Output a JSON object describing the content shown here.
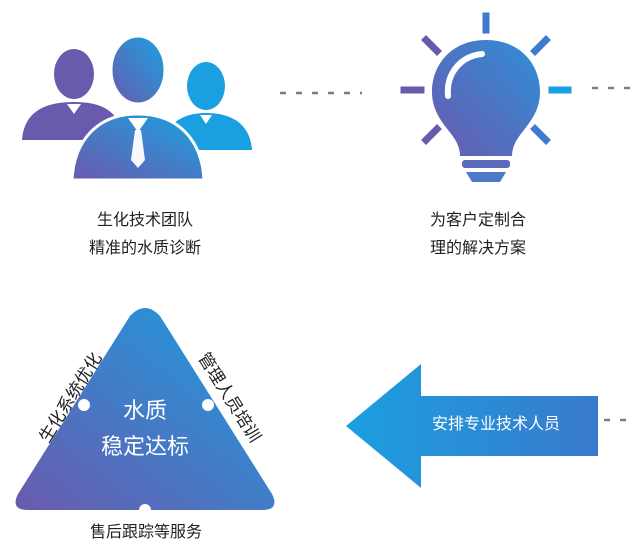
{
  "colors": {
    "purple": "#6a5aae",
    "blue": "#1aa2e0",
    "deep_blue": "#3d7bcf",
    "connector": "#7a7a90"
  },
  "icons": {
    "team": "business-team-icon",
    "bulb": "light-bulb-icon"
  },
  "team": {
    "line1": "生化技术团队",
    "line2": "精准的水质诊断"
  },
  "plan": {
    "line1": "为客户定制合",
    "line2": "理的解决方案"
  },
  "triangle": {
    "line1": "水质",
    "line2": "稳定达标",
    "left_side": "生化系统优化",
    "right_side": "管理人员培训",
    "bottom": "售后跟踪等服务"
  },
  "arrow": {
    "label": "安排专业技术人员"
  }
}
